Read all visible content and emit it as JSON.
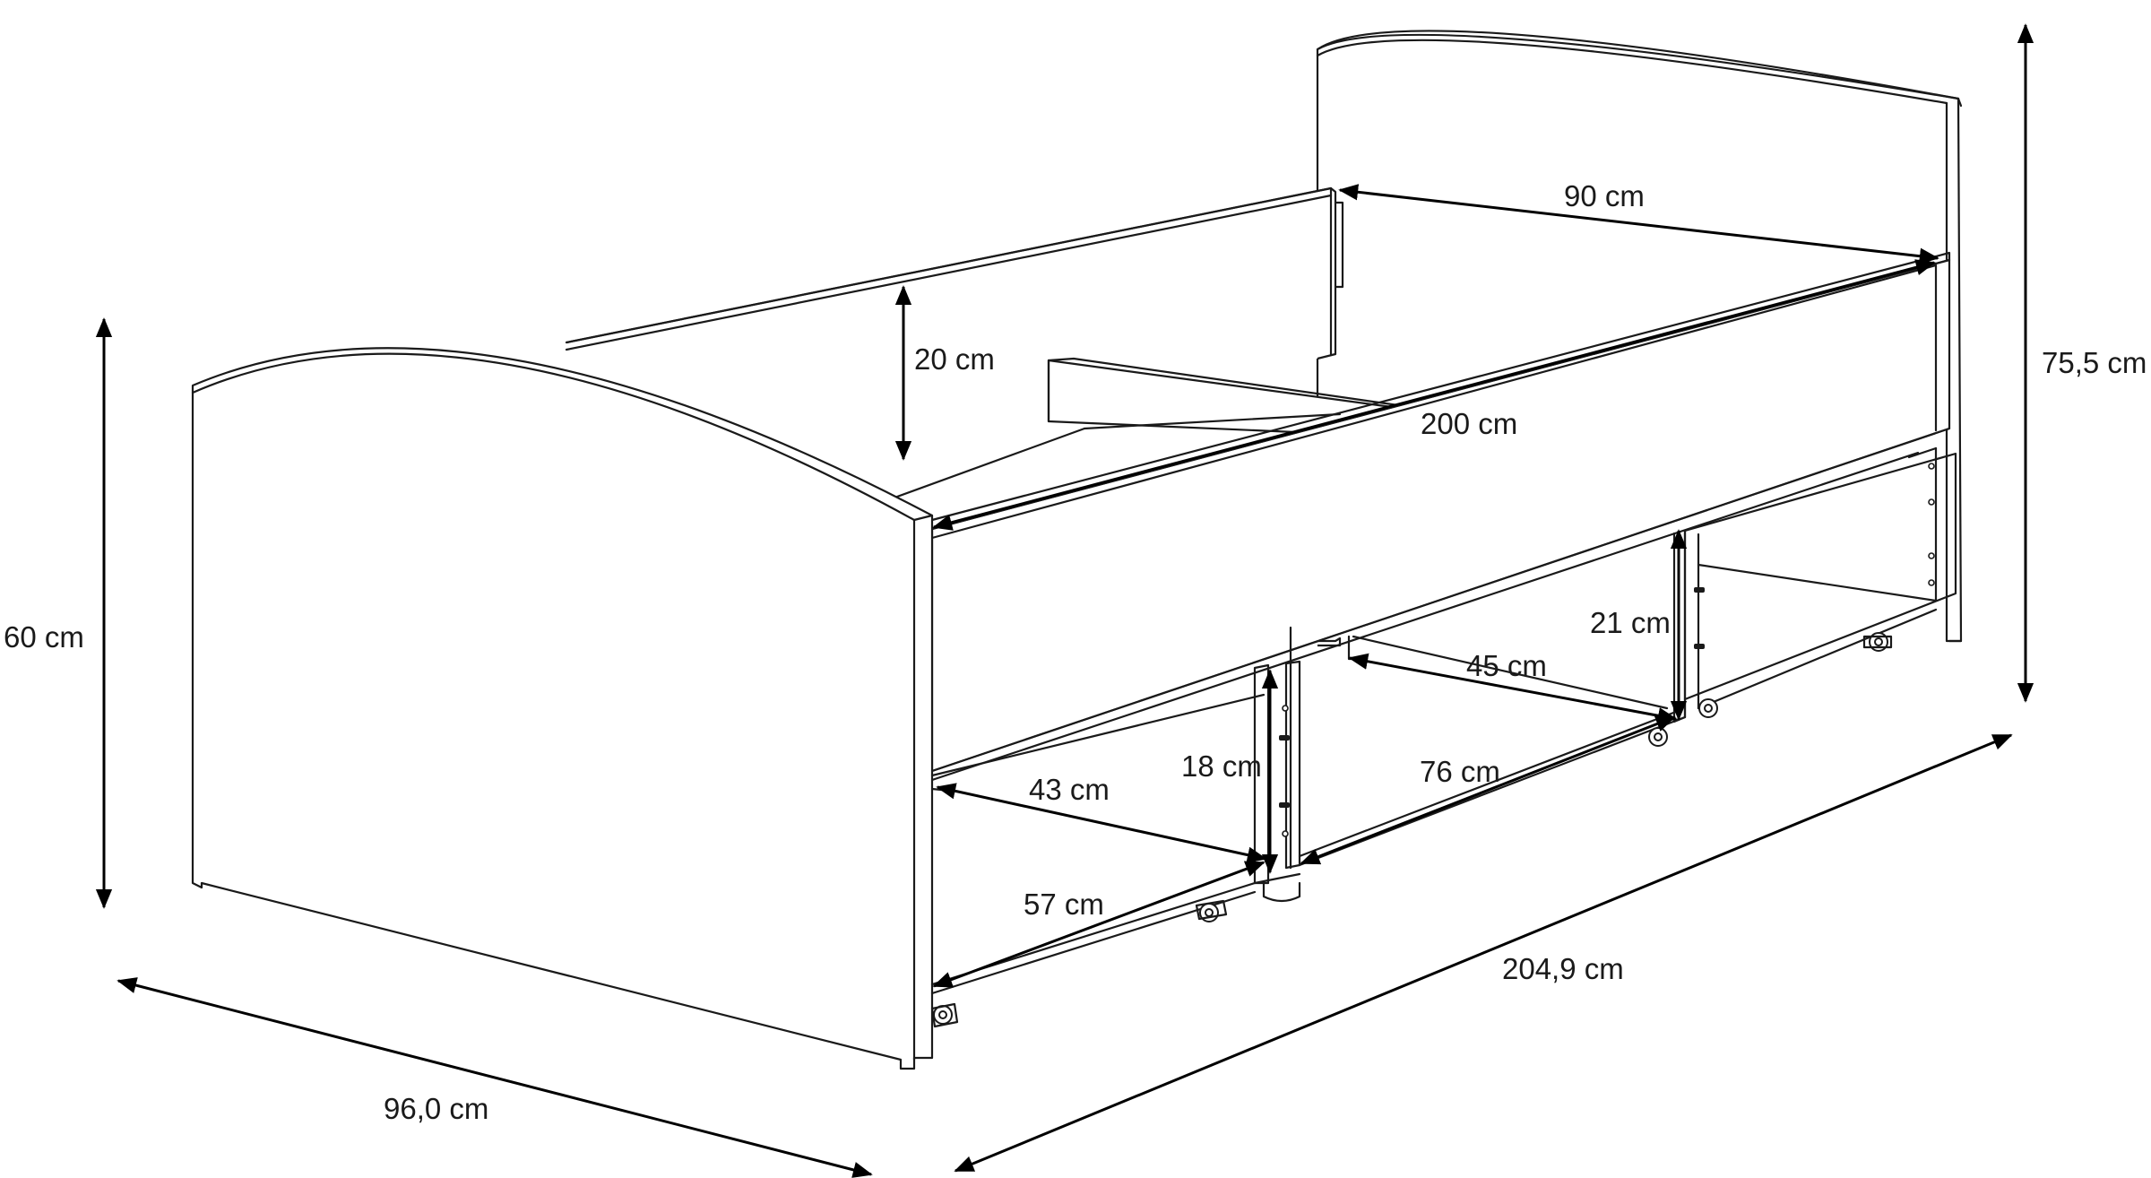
{
  "dimensions": {
    "bed_width": "90 cm",
    "side_rail_height": "20 cm",
    "bed_length": "200 cm",
    "headboard_height": "75,5 cm",
    "footboard_height": "60 cm",
    "right_drawer_height": "21 cm",
    "right_drawer_width": "45 cm",
    "left_drawer_height": "18 cm",
    "left_drawer_width": "43 cm",
    "middle_drawer_depth": "76 cm",
    "left_drawer_depth": "57 cm",
    "total_length": "204,9 cm",
    "total_width": "96,0 cm"
  }
}
